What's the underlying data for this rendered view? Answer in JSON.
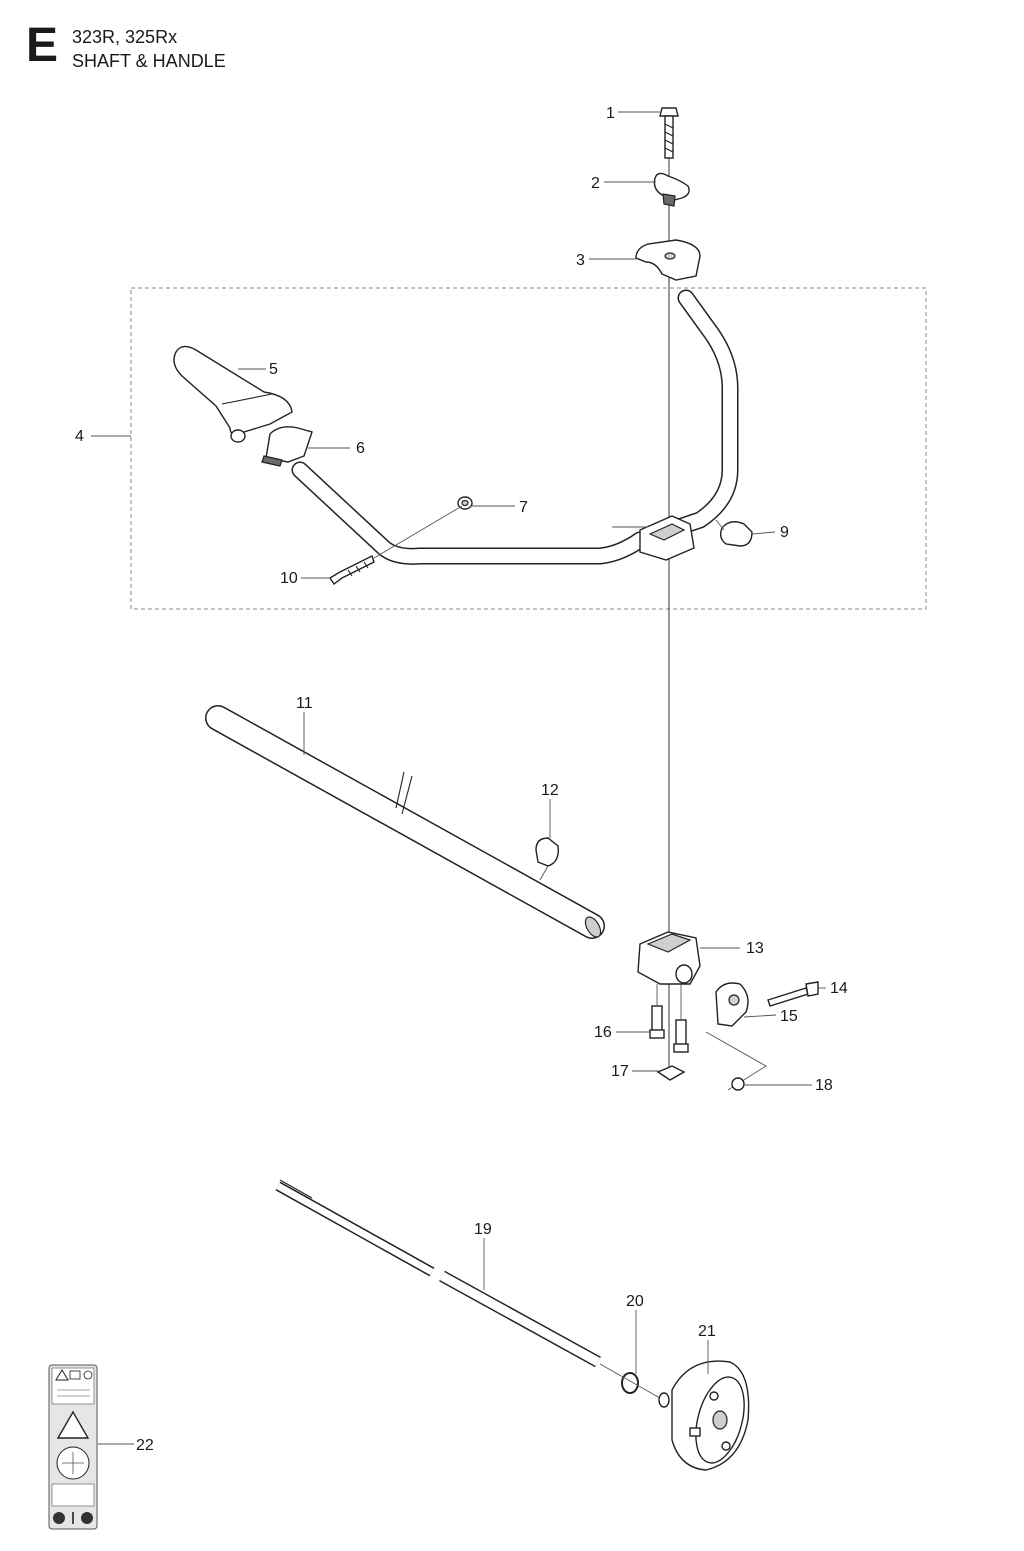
{
  "header": {
    "section_letter": "E",
    "models": "323R, 325Rx",
    "title": "SHAFT & HANDLE"
  },
  "callouts": [
    "1",
    "2",
    "3",
    "4",
    "5",
    "6",
    "7",
    "9",
    "10",
    "11",
    "12",
    "13",
    "14",
    "15",
    "16",
    "17",
    "18",
    "19",
    "20",
    "21",
    "22"
  ]
}
